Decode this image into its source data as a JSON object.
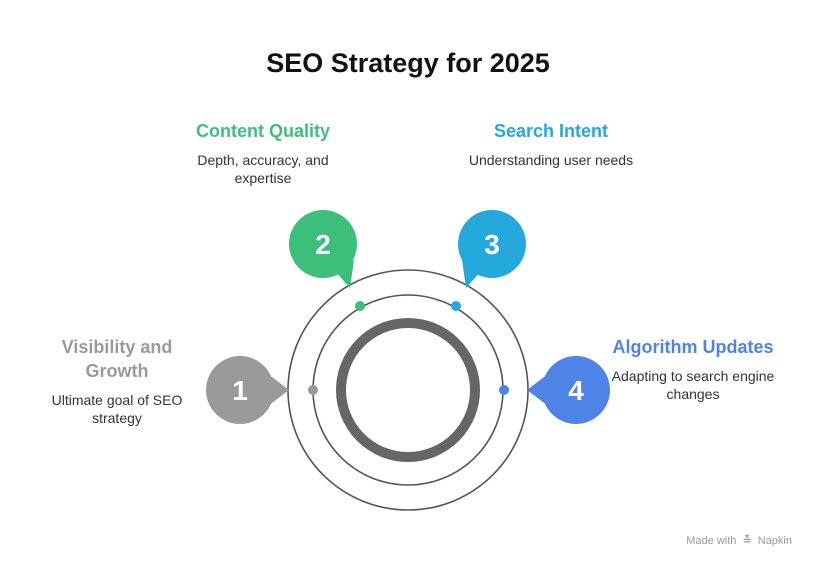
{
  "title": "SEO Strategy for 2025",
  "steps": [
    {
      "number": "1",
      "title": "Visibility and Growth",
      "description": "Ultimate goal of SEO strategy",
      "color": "#9a9a9a"
    },
    {
      "number": "2",
      "title": "Content Quality",
      "description": "Depth, accuracy, and expertise",
      "color": "#3cbf7b"
    },
    {
      "number": "3",
      "title": "Search Intent",
      "description": "Understanding user needs",
      "color": "#25a8dc"
    },
    {
      "number": "4",
      "title": "Algorithm Updates",
      "description": "Adapting to search engine changes",
      "color": "#4d84e6"
    }
  ],
  "colors": {
    "ring": "#555555",
    "hub": "#666666"
  },
  "footer": {
    "made_with": "Made with",
    "brand": "Napkin"
  }
}
